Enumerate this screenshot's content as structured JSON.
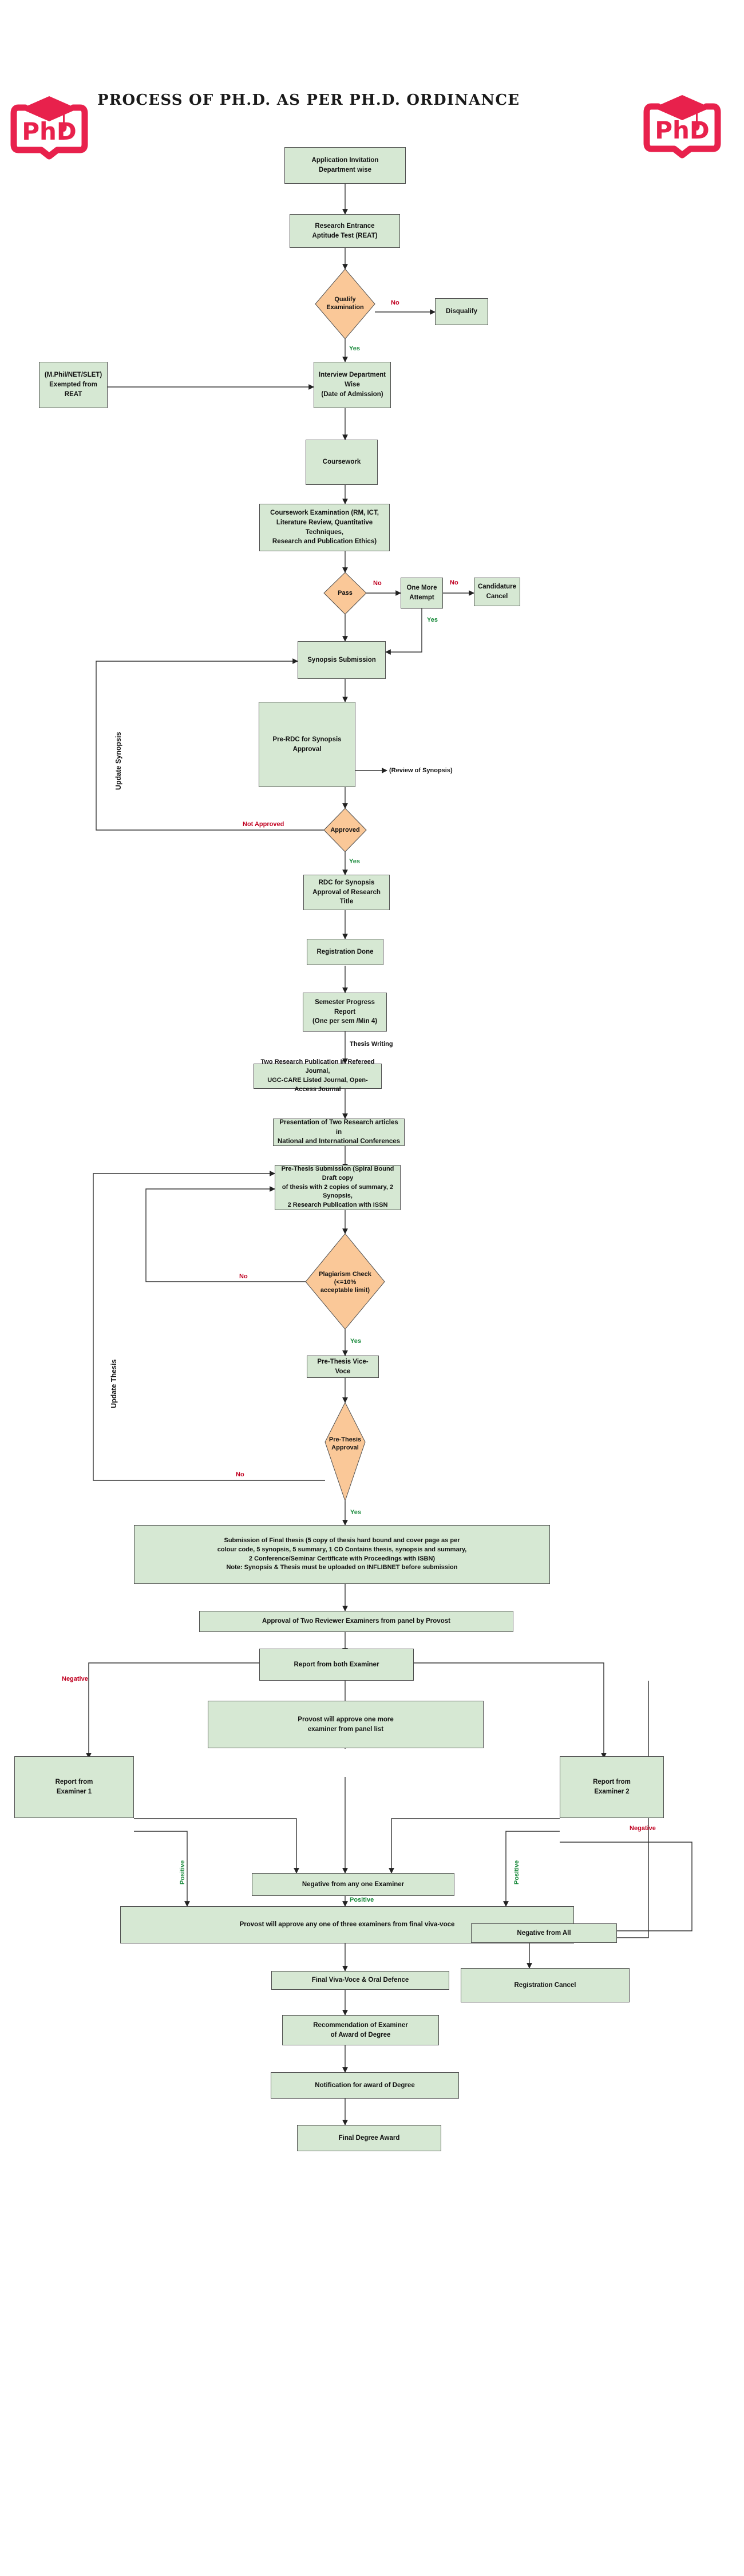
{
  "header": {
    "title": "PROCESS OF PH.D. AS PER PH.D. ORDINANCE",
    "logo_left_text": "PhD",
    "logo_right_text": "PhD",
    "brand_color": "#e8214c"
  },
  "palette": {
    "process_fill": "#d6e8d3",
    "decision_fill": "#fac898",
    "border": "#4d4d4d",
    "yes_color": "#1a8a3c",
    "no_color": "#c00020",
    "line_color": "#333333"
  },
  "nodes": {
    "application_invitation": "Application Invitation\nDepartment wise",
    "reat": "Research Entrance\nAptitude Test (REAT)",
    "qualify_examination": "Qualify\nExamination",
    "disqualify": "Disqualify",
    "exempted": "(M.Phil/NET/SLET)\nExempted from REAT",
    "interview": "Interview Department Wise\n(Date of Admission)",
    "coursework": "Coursework",
    "coursework_exam": "Coursework Examination (RM, ICT,\nLiterature Review, Quantitative Techniques,\nResearch and Publication Ethics)",
    "pass": "Pass",
    "one_more_attempt": "One More\nAttempt",
    "candidature_cancel": "Candidature\nCancel",
    "synopsis_submission": "Synopsis Submission",
    "pre_rdc": "Pre-RDC for Synopsis Approval",
    "review_of_synopsis": "(Review of Synopsis)",
    "approved": "Approved",
    "rdc_synopsis": "RDC for Synopsis\nApproval of Research Title",
    "registration_done": "Registration Done",
    "semester_progress": "Semester Progress Report\n(One per sem /Min 4)",
    "two_research_pub": "Two Research Publication In Refereed Journal,\nUGC-CARE Listed Journal, Open-Access Journal",
    "presentation": "Presentation of Two Research articles in\nNational and International Conferences",
    "pre_thesis_submission": "Pre-Thesis Submission (Spiral Bound Draft copy\nof thesis with 2 copies of summary, 2 Synopsis,\n2 Research Publication with ISSN",
    "plagiarism_check": "Plagiarism Check\n(<=10%\nacceptable limit)",
    "pre_thesis_viva": "Pre-Thesis Vice-Voce",
    "pre_thesis_approval": "Pre-Thesis\nApproval",
    "final_thesis": "Submission of Final thesis (5 copy of thesis hard bound and cover page as per\ncolour code, 5 synopsis, 5 summary, 1 CD Contains thesis, synopsis and summary,\n2 Conference/Seminar Certificate with Proceedings with ISBN)\nNote: Synopsis & Thesis must be uploaded on INFLIBNET before submission",
    "approval_two_reviewers": "Approval of Two Reviewer Examiners from panel by Provost",
    "report_both_examiner": "Report from both Examiner",
    "provost_one_more": "Provost will approve one more\nexaminer from panel list",
    "report_examiner_1": "Report from\nExaminer 1",
    "report_examiner_2": "Report from\nExaminer 2",
    "negative_any_one": "Negative from any one Examiner",
    "provost_any_one_three": "Provost will approve any one of three examiners from final viva-voce",
    "final_viva": "Final Viva-Voce & Oral Defence",
    "negative_from_all": "Negative from All",
    "recommendation": "Recommendation of Examiner\nof Award of Degree",
    "registration_cancel": "Registration Cancel",
    "notification": "Notification for award of Degree",
    "final_degree": "Final Degree Award"
  },
  "edge_labels": {
    "qualify_no": "No",
    "qualify_yes": "Yes",
    "pass_no": "No",
    "attempt_no": "No",
    "attempt_yes": "Yes",
    "approved_yes": "Yes",
    "not_approved": "Not Approved",
    "update_synopsis": "Update Synopsis",
    "thesis_writing": "Thesis  Writing",
    "plagiarism_no": "No",
    "plagiarism_yes": "Yes",
    "pre_thesis_no": "No",
    "pre_thesis_yes": "Yes",
    "update_thesis": "Update Thesis",
    "examiner1_negative": "Negative",
    "examiner1_positive": "Positive",
    "examiner2_positive": "Positive",
    "examiner2_negative": "Negative",
    "negative_positive": "Positive"
  }
}
